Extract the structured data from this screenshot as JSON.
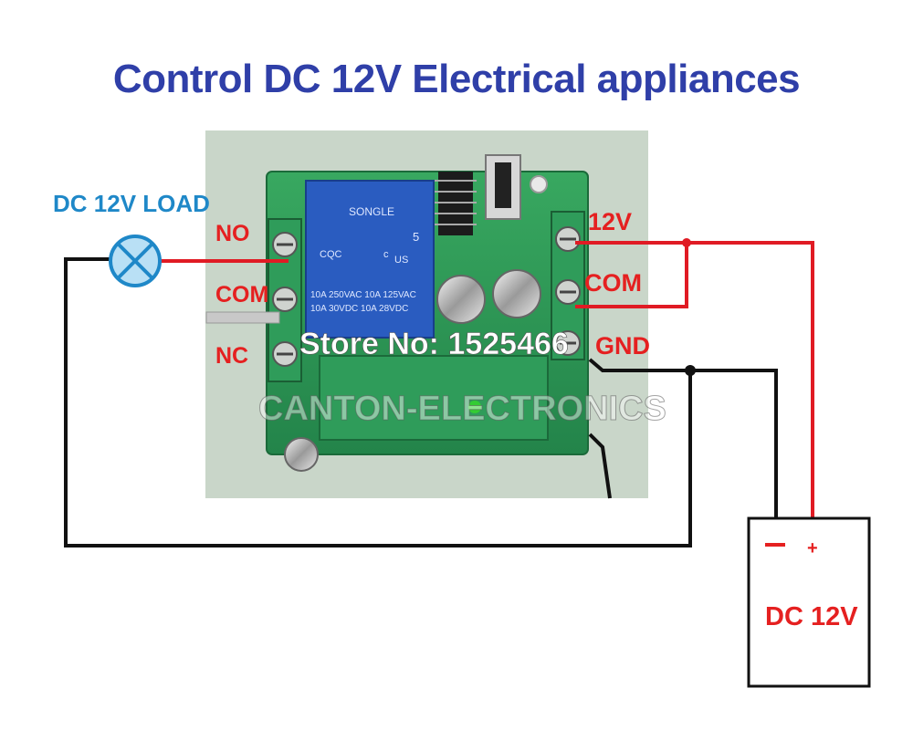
{
  "title": "Control DC 12V  Electrical appliances",
  "load": {
    "label": "DC 12V LOAD"
  },
  "left_terminals": [
    "NO",
    "COM",
    "NC"
  ],
  "right_terminals": [
    "12V",
    "COM",
    "GND"
  ],
  "relay": {
    "brand": "SONGLE",
    "ratings": [
      "10A 250VAC  10A 125VAC",
      "10A  30VDC  10A  28VDC"
    ],
    "marks": [
      "CQC",
      "c",
      "US",
      "5"
    ]
  },
  "watermark": {
    "store": "Store No: 1525466",
    "company": "CANTON-ELECTRONICS"
  },
  "power_supply": {
    "label": "DC 12V",
    "minus": "—",
    "plus": "+"
  },
  "colors": {
    "title": "#2f3fa8",
    "label_red": "#e52020",
    "load_blue": "#1f88c8",
    "wire_red": "#e01b24",
    "wire_black": "#111111",
    "pcb_green": "#2e9a55",
    "relay_blue": "#2a5cc0"
  }
}
